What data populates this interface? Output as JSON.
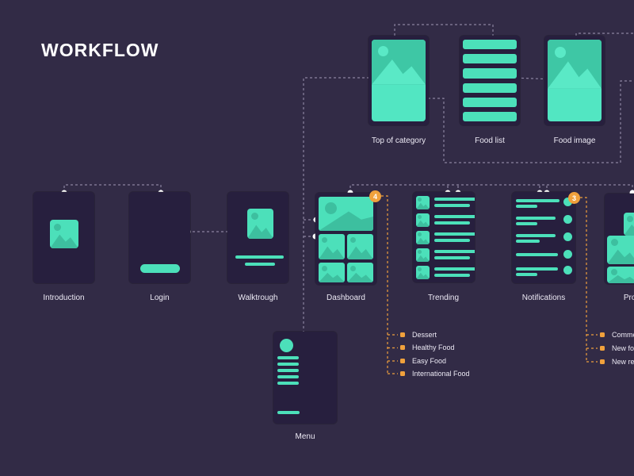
{
  "title": "WORKFLOW",
  "colors": {
    "background": "#322b46",
    "card": "#271f3e",
    "teal": "#4ce0ba",
    "teal_dark": "#3dbf9f",
    "orange": "#f0a13c",
    "connector": "#8b84a0",
    "dot": "#ffffff"
  },
  "cards": {
    "top_of_category": {
      "label": "Top of category"
    },
    "food_list": {
      "label": "Food list"
    },
    "food_image": {
      "label": "Food image"
    },
    "introduction": {
      "label": "Introduction"
    },
    "login": {
      "label": "Login"
    },
    "walktrough": {
      "label": "Walktrough"
    },
    "dashboard": {
      "label": "Dashboard",
      "badge": "4"
    },
    "trending": {
      "label": "Trending"
    },
    "notifications": {
      "label": "Notifications",
      "badge": "3"
    },
    "profile": {
      "label": "Profile"
    },
    "menu": {
      "label": "Menu"
    }
  },
  "legends": {
    "dashboard_categories": [
      "Dessert",
      "Healthy Food",
      "Easy Food",
      "International Food"
    ],
    "notification_types": [
      "Comments",
      "New follower",
      "New recipe"
    ]
  }
}
